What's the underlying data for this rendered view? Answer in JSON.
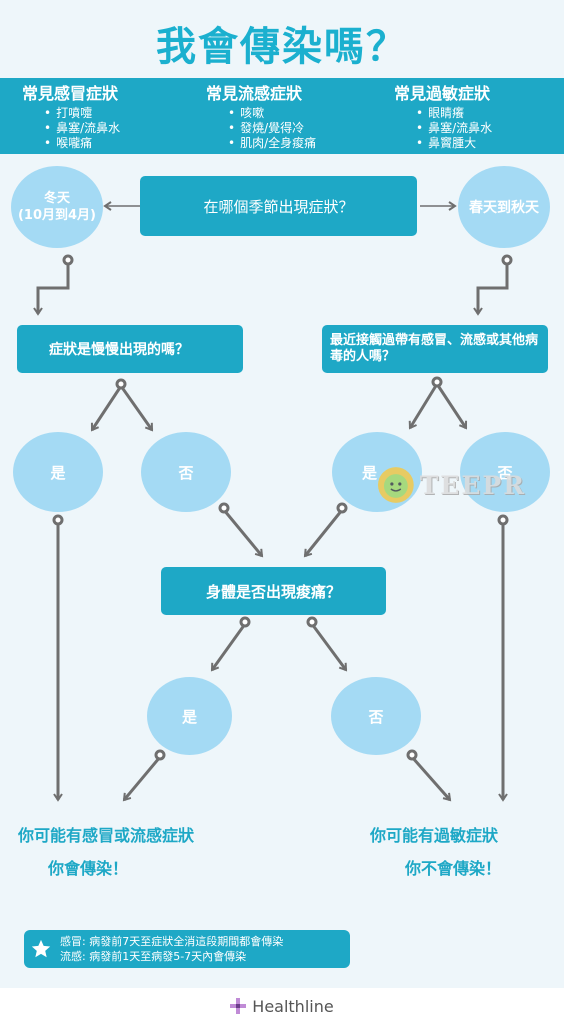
{
  "title": "我會傳染嗎？",
  "symptoms": [
    {
      "heading": "常見感冒症狀",
      "items": [
        "打噴嚏",
        "鼻塞/流鼻水",
        "喉嚨痛"
      ]
    },
    {
      "heading": "常見流感症狀",
      "items": [
        "咳嗽",
        "發燒/覺得冷",
        "肌肉/全身痠痛"
      ]
    },
    {
      "heading": "常見過敏症狀",
      "items": [
        "眼睛癢",
        "鼻塞/流鼻水",
        "鼻竇腫大"
      ]
    }
  ],
  "flow": {
    "q_season": "在哪個季節出現症狀？",
    "winter_line1": "冬天",
    "winter_line2": "(10月到4月)",
    "spring": "春天到秋天",
    "q_slow": "症狀是慢慢出現的嗎？",
    "q_contact": "最近接觸過帶有感冒、流感或其他病毒的人嗎？",
    "yes": "是",
    "no": "否",
    "q_ache": "身體是否出現痠痛？",
    "outcome_left_title": "你可能有感冒或流感症狀",
    "outcome_left_sub": "你會傳染！",
    "outcome_right_title": "你可能有過敏症狀",
    "outcome_right_sub": "你不會傳染！"
  },
  "note": {
    "line1": "感冒: 病發前7天至症狀全消這段期間都會傳染",
    "line2": "流感: 病發前1天至病發5-7天內會傳染"
  },
  "watermark": "TEEPR",
  "footer_brand": "Healthline",
  "colors": {
    "accent": "#1ea8c6",
    "circle": "#a4daf4",
    "arrow": "#6f6f6f"
  }
}
